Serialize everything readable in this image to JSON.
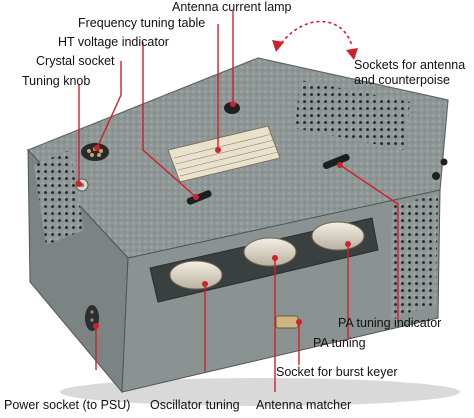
{
  "diagram": {
    "subject": "Radio transmitter unit",
    "accent_color": "#d0202a",
    "casing_color": "#8e9696",
    "labels": {
      "antenna_current_lamp": "Antenna current lamp",
      "frequency_tuning_table": "Frequency tuning table",
      "ht_voltage_indicator": "HT voltage indicator",
      "crystal_socket": "Crystal socket",
      "tuning_knob": "Tuning knob",
      "antenna_sockets": "Sockets for antenna\nand counterpoise",
      "pa_tuning_indicator": "PA tuning indicator",
      "pa_tuning": "PA tuning",
      "burst_keyer_socket": "Socket for burst keyer",
      "power_socket": "Power socket (to PSU)",
      "oscillator_tuning": "Oscillator tuning",
      "antenna_matcher": "Antenna matcher"
    }
  }
}
